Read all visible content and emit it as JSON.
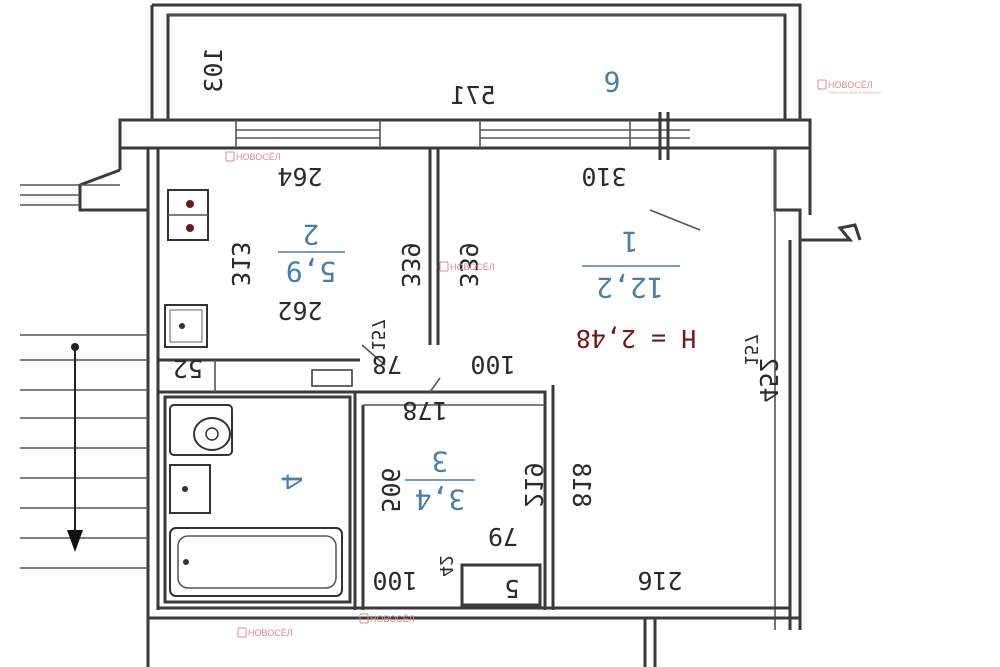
{
  "plan": {
    "rooms": [
      {
        "id": "1",
        "area": "12,2"
      },
      {
        "id": "2",
        "area": "5,9"
      },
      {
        "id": "3",
        "area": "3,4"
      },
      {
        "id": "4"
      },
      {
        "id": "5"
      },
      {
        "id": "6"
      }
    ],
    "dimensions": {
      "d103": "103",
      "d571": "571",
      "d264": "264",
      "d310": "310",
      "d313": "313",
      "d262": "262",
      "d339a": "339",
      "d339b": "339",
      "d52": "52",
      "d78": "78",
      "d100a": "100",
      "d178": "178",
      "d506": "506",
      "d219": "219",
      "d79": "79",
      "d818": "818",
      "d216": "216",
      "d100b": "100",
      "d452": "452",
      "d157": "157",
      "d157b": "157",
      "d42": "42"
    },
    "height_note": "H = 2,48"
  },
  "watermark": {
    "brand": "НОВОСЁЛ",
    "sub": "РИЕЛТОРСКАЯ КОМПАНИЯ"
  }
}
